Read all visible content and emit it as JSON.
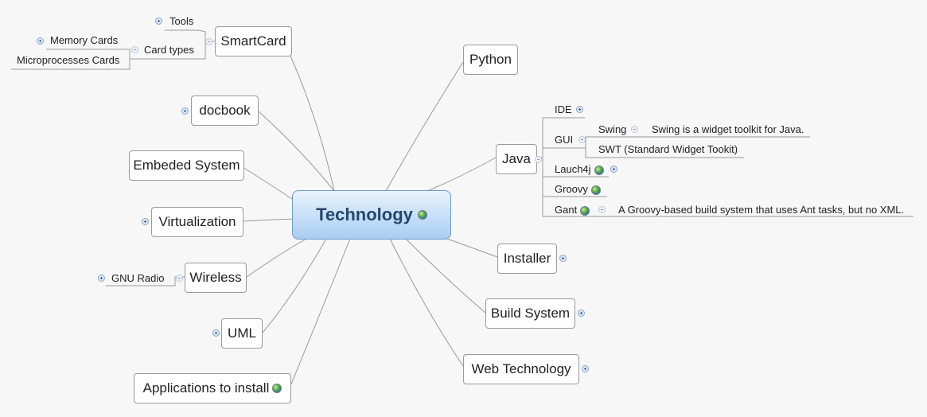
{
  "central": {
    "label": "Technology",
    "icon": "globe-icon"
  },
  "topics": {
    "smartcard": "SmartCard",
    "docbook": "docbook",
    "embeded": "Embeded System",
    "virtualization": "Virtualization",
    "wireless": "Wireless",
    "uml": "UML",
    "apps": "Applications to install",
    "python": "Python",
    "java": "Java",
    "installer": "Installer",
    "build": "Build System",
    "web": "Web Technology"
  },
  "smartcard_children": {
    "tools": "Tools",
    "card_types": "Card types",
    "memory_cards": "Memory Cards",
    "micro_cards": "Microprocesses Cards"
  },
  "wireless_children": {
    "gnu_radio": "GNU Radio"
  },
  "java_children": {
    "ide": "IDE",
    "gui": "GUI",
    "swing": "Swing",
    "swing_note": "Swing is a widget toolkit for Java.",
    "swt": "SWT (Standard Widget Tookit)",
    "lauch4j": "Lauch4j",
    "groovy": "Groovy",
    "gant": "Gant",
    "gant_note": "A Groovy-based build system that uses Ant tasks, but no XML."
  },
  "colors": {
    "line": "#9a9a9a",
    "central_border": "#6f9ccb",
    "central_text": "#25466d"
  }
}
